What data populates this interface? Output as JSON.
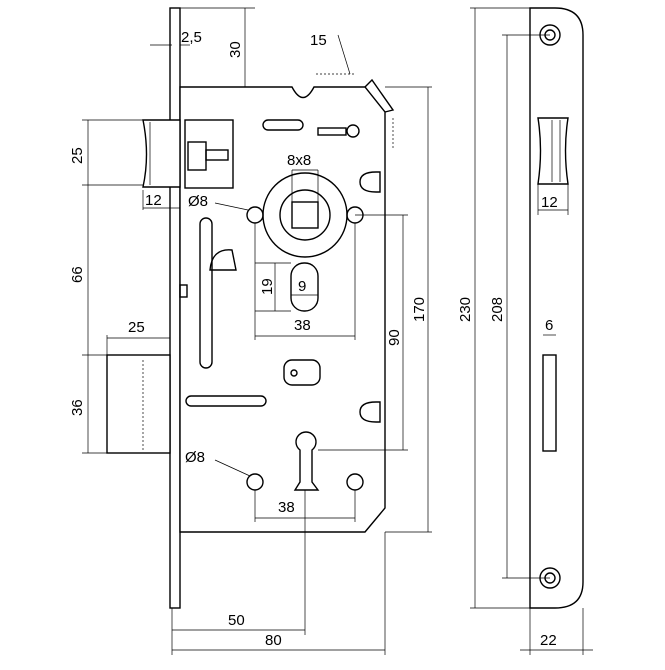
{
  "dimensions": {
    "d_2_5": "2,5",
    "d_30": "30",
    "d_15": "15",
    "d_25_top": "25",
    "d_12_left": "12",
    "d_8x8": "8x8",
    "d_o8_top": "Ø8",
    "d_66": "66",
    "d_19": "19",
    "d_9": "9",
    "d_38_top": "38",
    "d_25_mid": "25",
    "d_36": "36",
    "d_90": "90",
    "d_170": "170",
    "d_230": "230",
    "d_208": "208",
    "d_12_right": "12",
    "d_6": "6",
    "d_o8_bottom": "Ø8",
    "d_38_bottom": "38",
    "d_50": "50",
    "d_80": "80",
    "d_22": "22"
  },
  "colors": {
    "line": "#000000",
    "background": "#ffffff"
  }
}
